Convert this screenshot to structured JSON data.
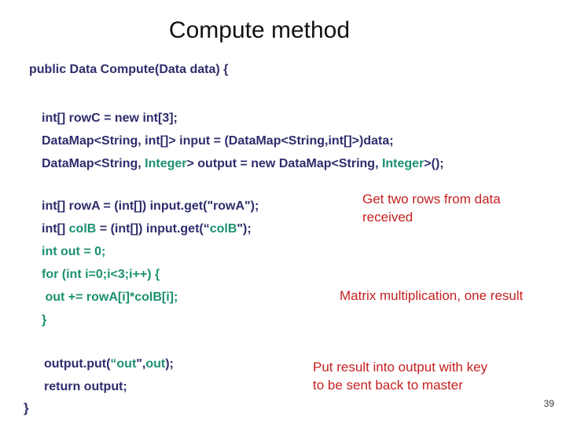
{
  "title": "Compute method",
  "page_number": "39",
  "colors": {
    "navy": "#2E2D6D",
    "teal": "#1B9170",
    "red": "#C5211F",
    "title_text": "#111111",
    "background": "#FFFFFF"
  },
  "code": {
    "signature": [
      [
        {
          "t": "public Data Compute(Data data) {",
          "c": "navy"
        }
      ]
    ],
    "block1": [
      [
        {
          "t": "int[] rowC = new int[3];",
          "c": "navy"
        }
      ],
      [
        {
          "t": "DataMap<String, int[]> input = (DataMap<String,int[]>)data",
          "c": "navy"
        },
        {
          "t": ";",
          "c": "navy",
          "u": true
        }
      ],
      [
        {
          "t": "DataMap<String, ",
          "c": "navy"
        },
        {
          "t": "Integer",
          "c": "teal"
        },
        {
          "t": "> output = new DataMap<String, ",
          "c": "navy"
        },
        {
          "t": "Integer",
          "c": "teal"
        },
        {
          "t": ">();",
          "c": "navy"
        }
      ]
    ],
    "block2": [
      [
        {
          "t": "int[] rowA = (int[]) input.get(\"rowA\");",
          "c": "navy"
        }
      ],
      [
        {
          "t": "int[] ",
          "c": "navy"
        },
        {
          "t": "colB",
          "c": "teal"
        },
        {
          "t": " = (int[]) input.get(“",
          "c": "navy"
        },
        {
          "t": "colB",
          "c": "teal"
        },
        {
          "t": "\");",
          "c": "navy"
        }
      ],
      [
        {
          "t": "int out = 0;",
          "c": "teal"
        }
      ],
      [
        {
          "t": "for (int i=0;i<3;i++) {",
          "c": "teal"
        }
      ],
      [
        {
          "t": " out += rowA[i]*colB[i];",
          "c": "teal"
        }
      ],
      [
        {
          "t": "}",
          "c": "teal"
        }
      ]
    ],
    "block3": [
      [
        {
          "t": "output.put(",
          "c": "navy"
        },
        {
          "t": "“out",
          "c": "teal"
        },
        {
          "t": "\",",
          "c": "navy"
        },
        {
          "t": "out",
          "c": "teal"
        },
        {
          "t": ");",
          "c": "navy"
        }
      ],
      [
        {
          "t": "return output;",
          "c": "navy"
        }
      ]
    ],
    "closing_brace": "}"
  },
  "annotations": [
    {
      "lines": [
        "Get two rows from data",
        "received"
      ]
    },
    {
      "lines": [
        "Matrix multiplication, one result"
      ]
    },
    {
      "lines": [
        "Put result into output with key",
        "to be sent back to master"
      ]
    }
  ]
}
